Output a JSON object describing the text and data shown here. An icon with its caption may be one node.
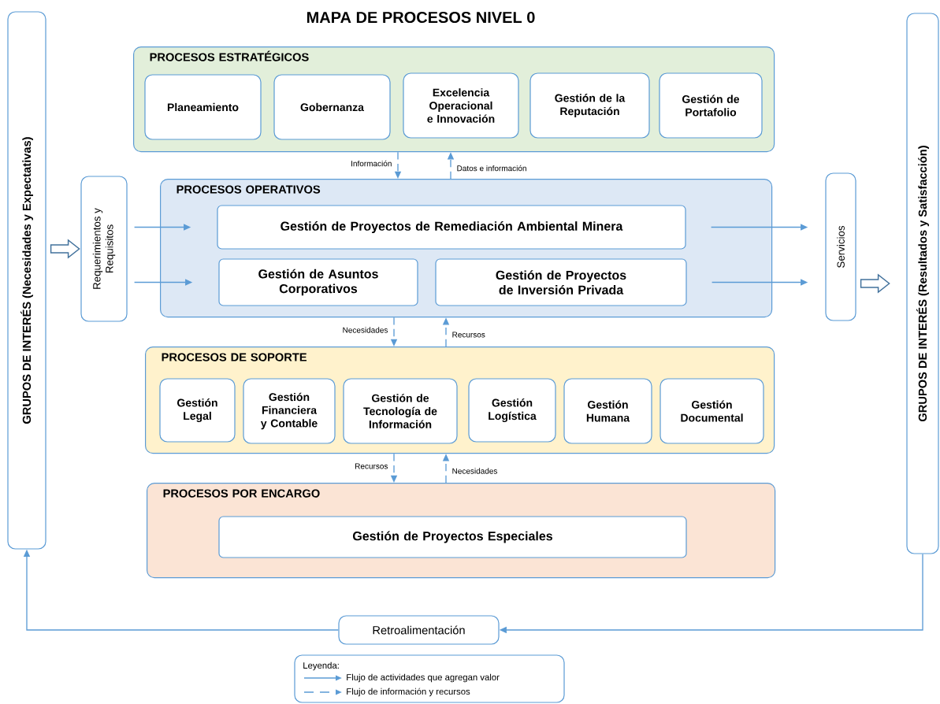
{
  "diagram": {
    "title": "MAPA DE PROCESOS NIVEL 0",
    "nodes": [
      {
        "text": [
          "GRUPOS DE INTERÉS (Necesidades y Expectativas)"
        ]
      },
      {
        "text": [
          "Requerimientos y Requisitos"
        ]
      },
      {
        "text": [
          "PROCESOS ESTRATÉGICOS"
        ]
      },
      {
        "text": [
          "Planeamiento"
        ],
        "in": 2
      },
      {
        "text": [
          "Gobernanza"
        ],
        "in": 2
      },
      {
        "text": [
          "Excelencia Operacional e Innovación"
        ],
        "in": 2
      },
      {
        "text": [
          "Gestión de la Reputación"
        ],
        "in": 2
      },
      {
        "text": [
          "Gestión de Portafolio"
        ],
        "in": 2
      },
      {
        "text": [
          "PROCESOS OPERATIVOS"
        ]
      },
      {
        "text": [
          "Gestión de Proyectos de Remediación Ambiental Minera"
        ],
        "in": 8
      },
      {
        "text": [
          "Gestión de Asuntos Corporativos"
        ],
        "in": 8
      },
      {
        "text": [
          "Gestión de Proyectos de Inversión Privada"
        ],
        "in": 8
      },
      {
        "text": [
          "Servicios"
        ]
      },
      {
        "text": [
          "GRUPOS DE INTERÉS (Resultados y Satisfacción)"
        ]
      },
      {
        "text": [
          "PROCESOS DE SOPORTE"
        ]
      },
      {
        "text": [
          "Gestión Legal"
        ],
        "in": 14
      },
      {
        "text": [
          "Gestión Financiera y Contable"
        ],
        "in": 14
      },
      {
        "text": [
          "Gestión de Tecnología de Información"
        ],
        "in": 14
      },
      {
        "text": [
          "Gestión Logística"
        ],
        "in": 14
      },
      {
        "text": [
          "Gestión Humana"
        ],
        "in": 14
      },
      {
        "text": [
          "Gestión Documental"
        ],
        "in": 14
      },
      {
        "text": [
          "PROCESOS POR ENCARGO"
        ]
      },
      {
        "text": [
          "Gestión de Proyectos Especiales"
        ],
        "in": 21
      },
      {
        "text": [
          "Retroalimentación"
        ]
      }
    ],
    "edges": [
      {
        "from": 0,
        "to": 1,
        "arrow": "to",
        "style": "thick"
      },
      {
        "from": 1,
        "to": 9,
        "arrow": "to"
      },
      {
        "from": 1,
        "to": 10,
        "arrow": "to"
      },
      {
        "from": 9,
        "to": 12,
        "arrow": "to"
      },
      {
        "from": 11,
        "to": 12,
        "arrow": "to"
      },
      {
        "from": 12,
        "to": 13,
        "arrow": "to",
        "style": "thick"
      },
      {
        "from": 2,
        "to": 8,
        "arrow": "to",
        "style": "dashed",
        "label": "Información"
      },
      {
        "from": 8,
        "to": 2,
        "arrow": "to",
        "style": "dashed",
        "label": "Datos e información"
      },
      {
        "from": 8,
        "to": 14,
        "arrow": "to",
        "style": "dashed",
        "label": "Necesidades"
      },
      {
        "from": 14,
        "to": 8,
        "arrow": "to",
        "style": "dashed",
        "label": "Recursos"
      },
      {
        "from": 14,
        "to": 21,
        "arrow": "to",
        "style": "dashed",
        "label": "Recursos"
      },
      {
        "from": 21,
        "to": 14,
        "arrow": "to",
        "style": "dashed",
        "label": "Necesidades"
      },
      {
        "from": 13,
        "to": 23,
        "arrow": "to"
      },
      {
        "from": 23,
        "to": 0,
        "arrow": "to"
      }
    ],
    "labels": [
      "Leyenda:"
    ],
    "legend": [
      {
        "text": "Flujo de actividades que agregan valor"
      },
      {
        "text": "Flujo de información y recursos"
      }
    ]
  }
}
